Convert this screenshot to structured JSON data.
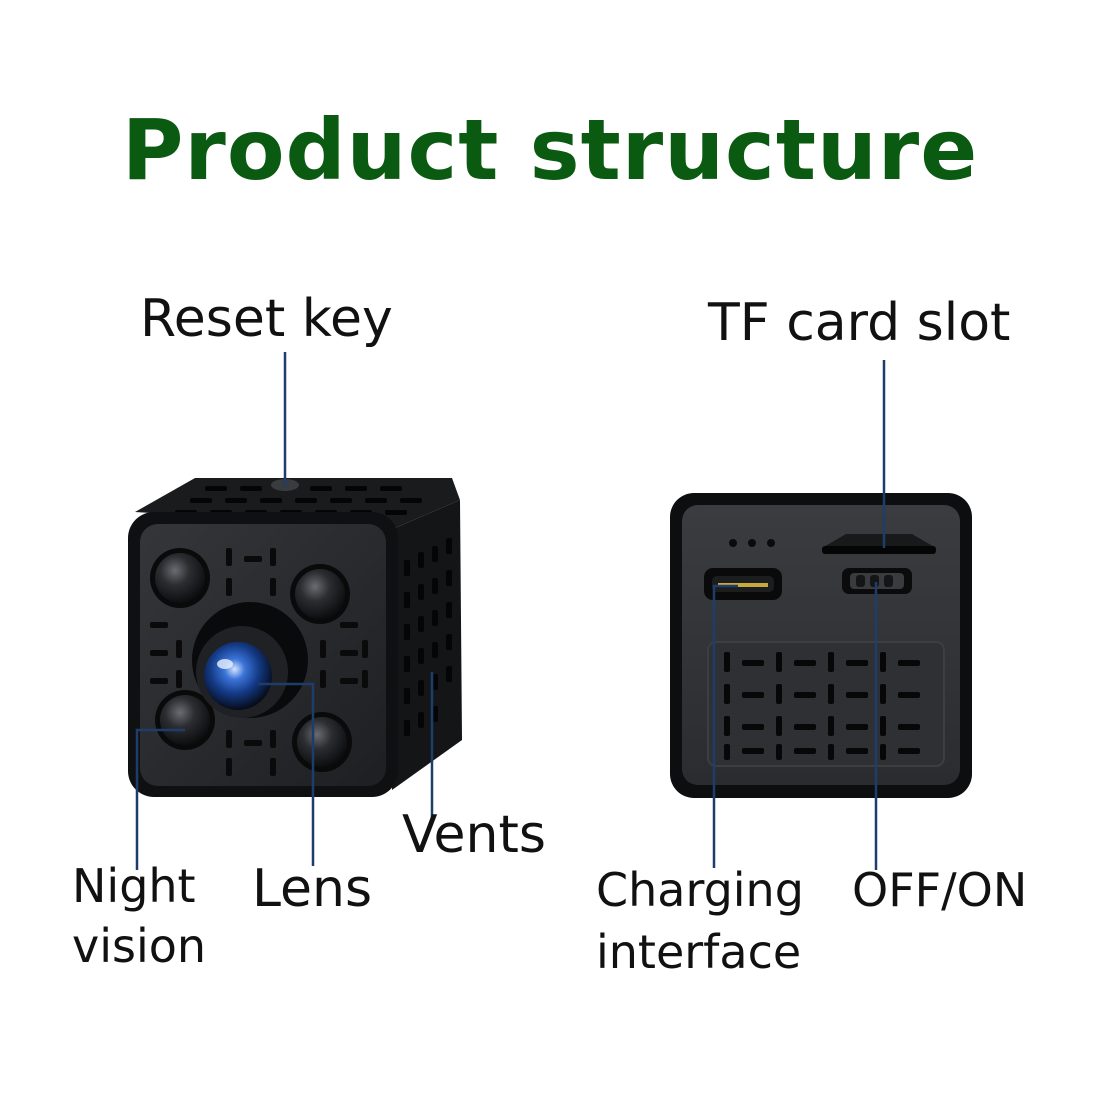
{
  "title": "Product structure",
  "colors": {
    "title": "#0b5a12",
    "leader_line": "#1f3d6b",
    "device_body": "#1b1c1e",
    "device_face": "#2a2b2e",
    "lens_glass": "#1e4fa8"
  },
  "labels": {
    "reset_key": "Reset key",
    "tf_card_slot": "TF card slot",
    "vents": "Vents",
    "night_vision_line1": "Night",
    "night_vision_line2": "vision",
    "lens": "Lens",
    "charging_line1": "Charging",
    "charging_line2": "interface",
    "off_on": "OFF/ON"
  }
}
